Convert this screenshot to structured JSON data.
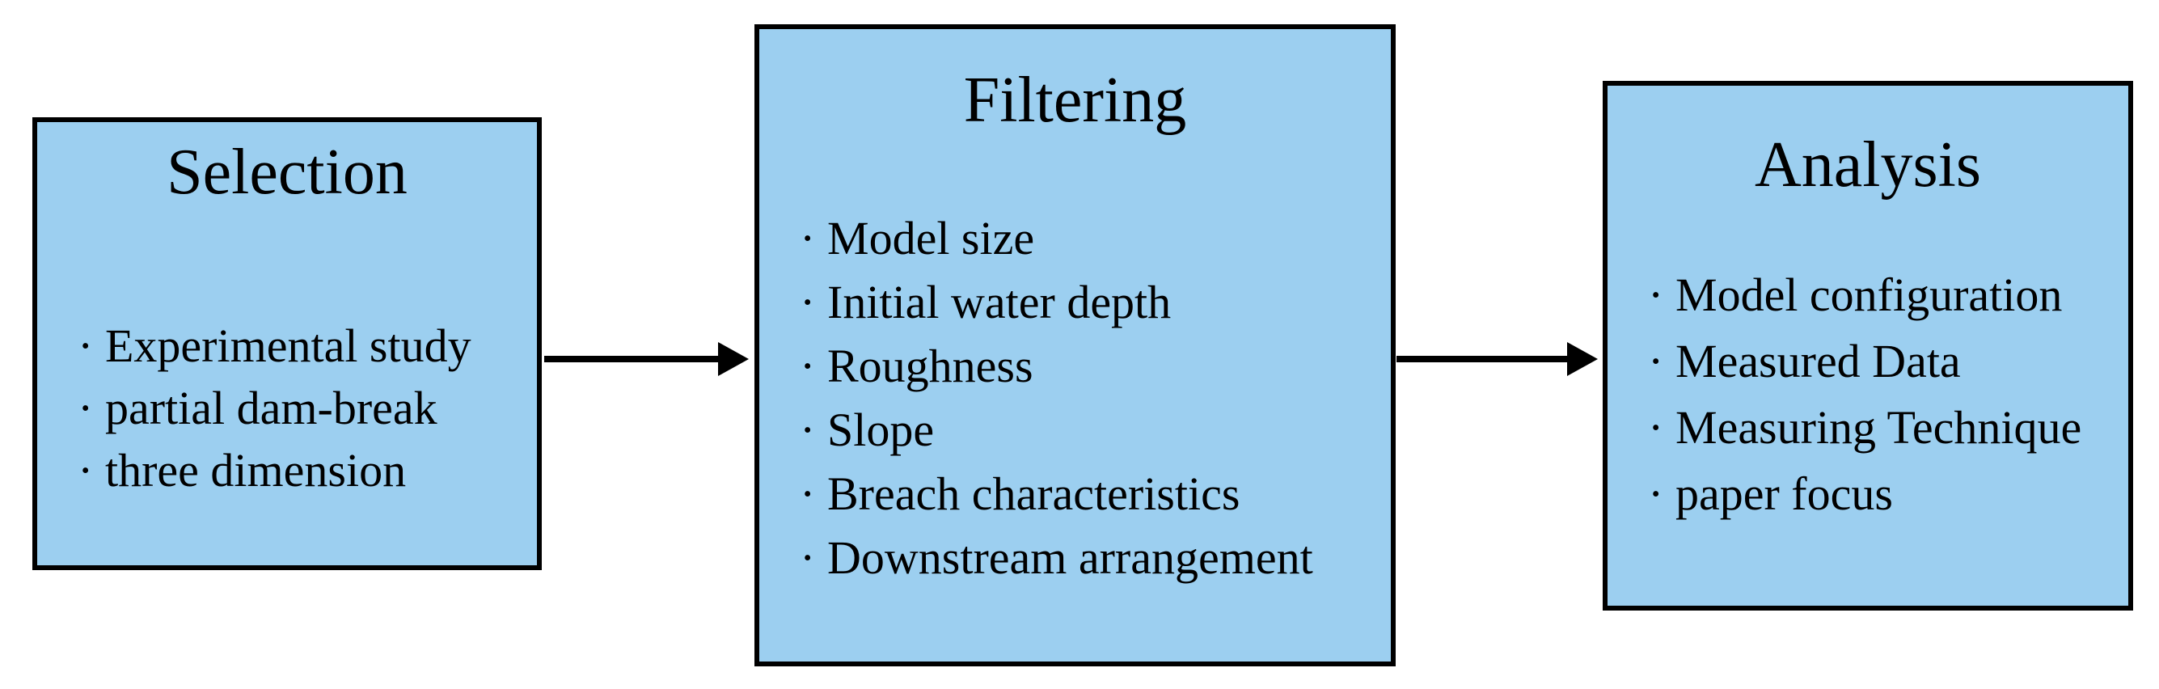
{
  "bullet_char": "·",
  "colors": {
    "background": "#FFFFFF",
    "box_fill": "#9CCFF0",
    "box_border": "#000000",
    "text": "#000000",
    "arrow": "#000000"
  },
  "boxes": [
    {
      "id": "selection",
      "title": "Selection",
      "items": [
        "Experimental study",
        "partial dam-break",
        "three dimension"
      ]
    },
    {
      "id": "filtering",
      "title": "Filtering",
      "items": [
        "Model size",
        "Initial water depth",
        "Roughness",
        "Slope",
        "Breach characteristics",
        "Downstream arrangement"
      ]
    },
    {
      "id": "analysis",
      "title": "Analysis",
      "items": [
        "Model configuration",
        "Measured Data",
        "Measuring Technique",
        "paper focus"
      ]
    }
  ],
  "arrows": [
    {
      "from": "selection",
      "to": "filtering"
    },
    {
      "from": "filtering",
      "to": "analysis"
    }
  ]
}
